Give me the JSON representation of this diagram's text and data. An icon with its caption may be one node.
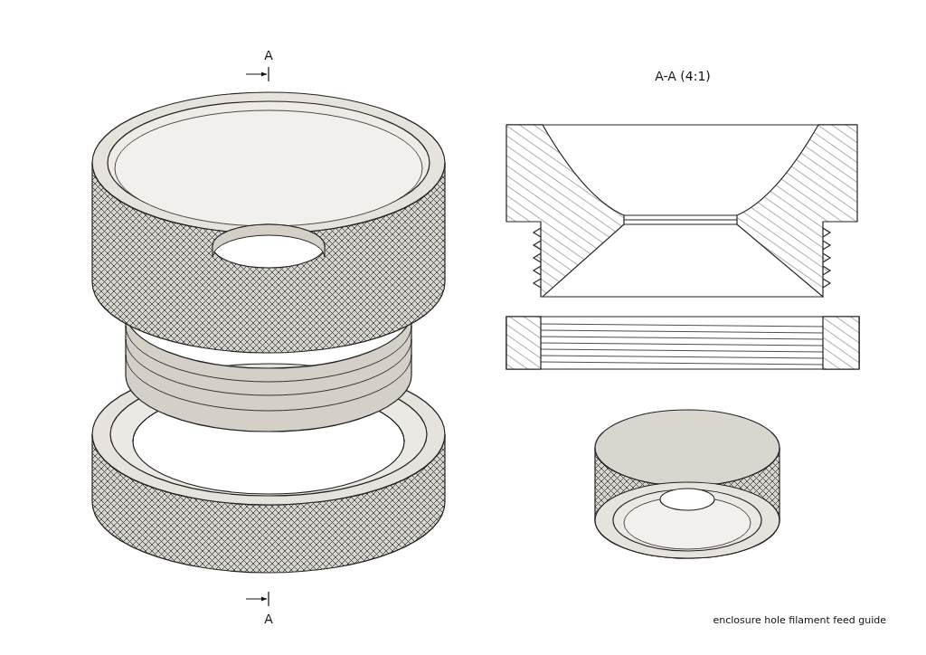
{
  "diagram": {
    "caption": "enclosure hole filament feed guide",
    "labels": [
      "A",
      "A-A (4:1)",
      "A"
    ]
  }
}
